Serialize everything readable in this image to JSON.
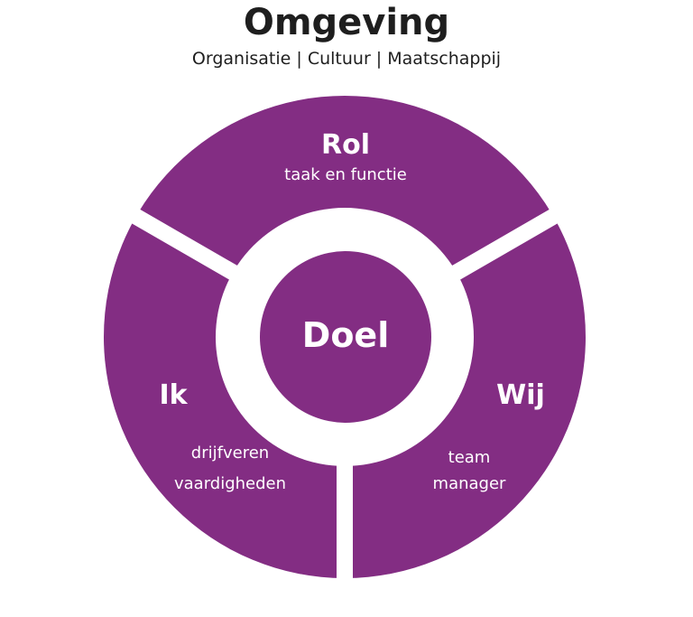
{
  "header": {
    "title": "Omgeving",
    "subtitle": "Organisatie | Cultuur | Maatschappij"
  },
  "segments": {
    "rol": {
      "title": "Rol",
      "lines": [
        "taak en functie"
      ]
    },
    "ik": {
      "title": "Ik",
      "lines": [
        "drijfveren",
        "vaardigheden"
      ]
    },
    "wij": {
      "title": "Wij",
      "lines": [
        "team",
        "manager"
      ]
    }
  },
  "center": {
    "title": "Doel"
  },
  "colors": {
    "purple": "#832d83",
    "background": "#ffffff",
    "text": "#1e1e1e"
  }
}
